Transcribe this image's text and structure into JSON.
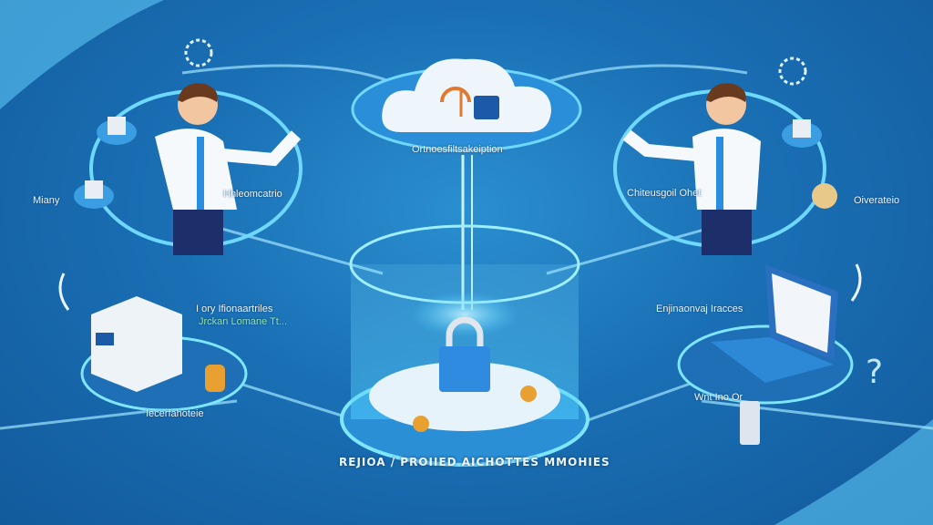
{
  "labels": {
    "cloud": "Ortnoesfiltsakeiption",
    "left_top": "Miany",
    "left_person": "Hhleomcatrio",
    "right_person": "Chiteusgoil Ohet",
    "right_top": "Oiverateio",
    "left_mid_1": "I ory Ifionaartriles",
    "left_mid_2": "Jrckan Lomane Tt...",
    "left_bottom": "Iecerfahoteie",
    "right_mid": "Enjinaonvaj Iracces",
    "right_bottom": "Wnt Ino Or",
    "ring": "REJIOA / PROIIED AICHOTTES MMOHIES"
  },
  "icons": [
    "cloud-icon",
    "lock-icon",
    "person-icon",
    "laptop-icon",
    "server-box-icon",
    "coins-icon",
    "database-icon",
    "gear-icon",
    "question-icon",
    "phone-icon"
  ],
  "colors": {
    "background": "#1a6fb4",
    "accent": "#4fd0ff",
    "lock": "#2f8be0",
    "tie": "#2a8ee0",
    "coins": "#e8a030"
  }
}
